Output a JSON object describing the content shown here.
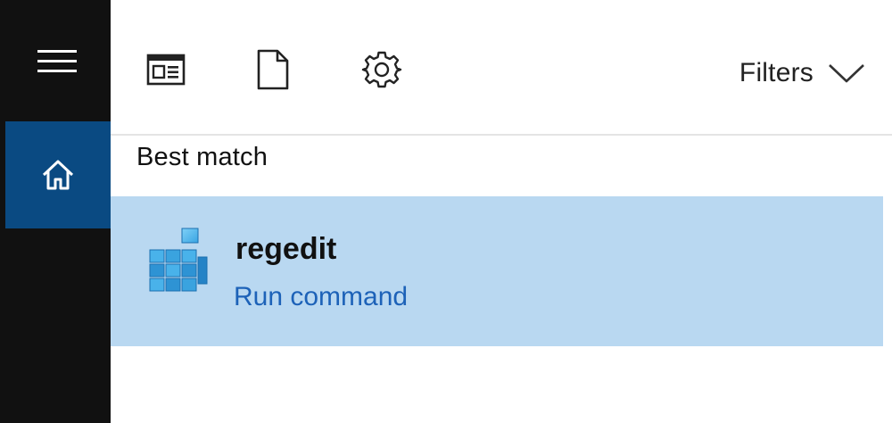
{
  "sidebar": {
    "menu_icon": "hamburger-icon",
    "home_icon": "home-icon"
  },
  "toolbar": {
    "buttons": [
      {
        "icon": "app-window-icon"
      },
      {
        "icon": "document-icon"
      },
      {
        "icon": "gear-icon"
      }
    ],
    "filters_label": "Filters",
    "filters_icon": "chevron-down-icon"
  },
  "results": {
    "section_title": "Best match",
    "items": [
      {
        "title": "regedit",
        "subtitle": "Run command",
        "icon": "registry-editor-icon"
      }
    ]
  },
  "colors": {
    "rail_background": "#111111",
    "home_selected": "#0a4a82",
    "result_highlight": "#b9d8f1",
    "link_blue": "#1d62b8"
  }
}
